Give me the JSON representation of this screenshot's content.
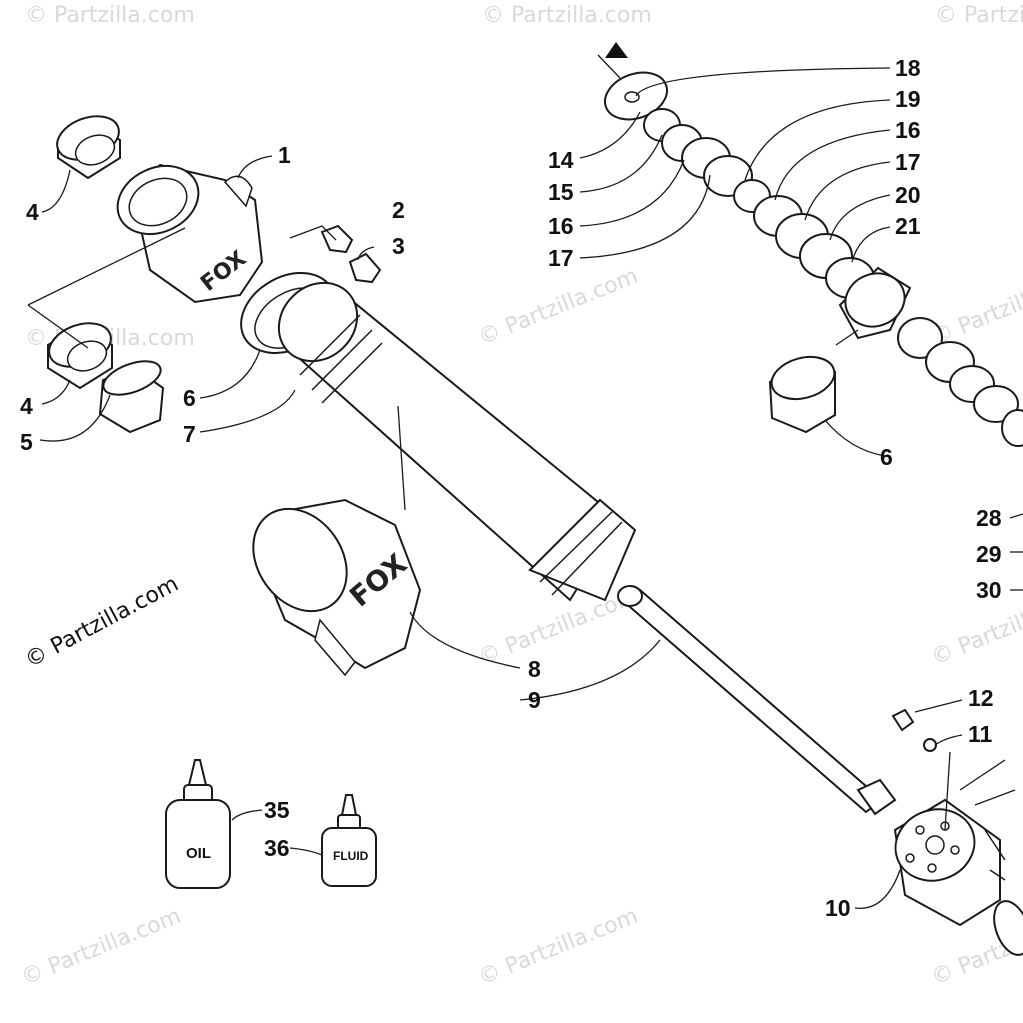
{
  "copyright": "© Partzilla.com",
  "watermark": "© Partzilla.com",
  "logo_text": "FOX",
  "bottle_labels": {
    "oil": "OIL",
    "fluid": "FLUID"
  },
  "callouts": {
    "c1": "1",
    "c2": "2",
    "c3": "3",
    "c4a": "4",
    "c4b": "4",
    "c5": "5",
    "c6a": "6",
    "c6b": "6",
    "c7": "7",
    "c8": "8",
    "c9": "9",
    "c10": "10",
    "c11": "11",
    "c12": "12",
    "c14": "14",
    "c15": "15",
    "c16a": "16",
    "c16b": "16",
    "c17a": "17",
    "c17b": "17",
    "c18": "18",
    "c19": "19",
    "c20": "20",
    "c21": "21",
    "c28": "28",
    "c29": "29",
    "c30": "30",
    "c35": "35",
    "c36": "36"
  }
}
